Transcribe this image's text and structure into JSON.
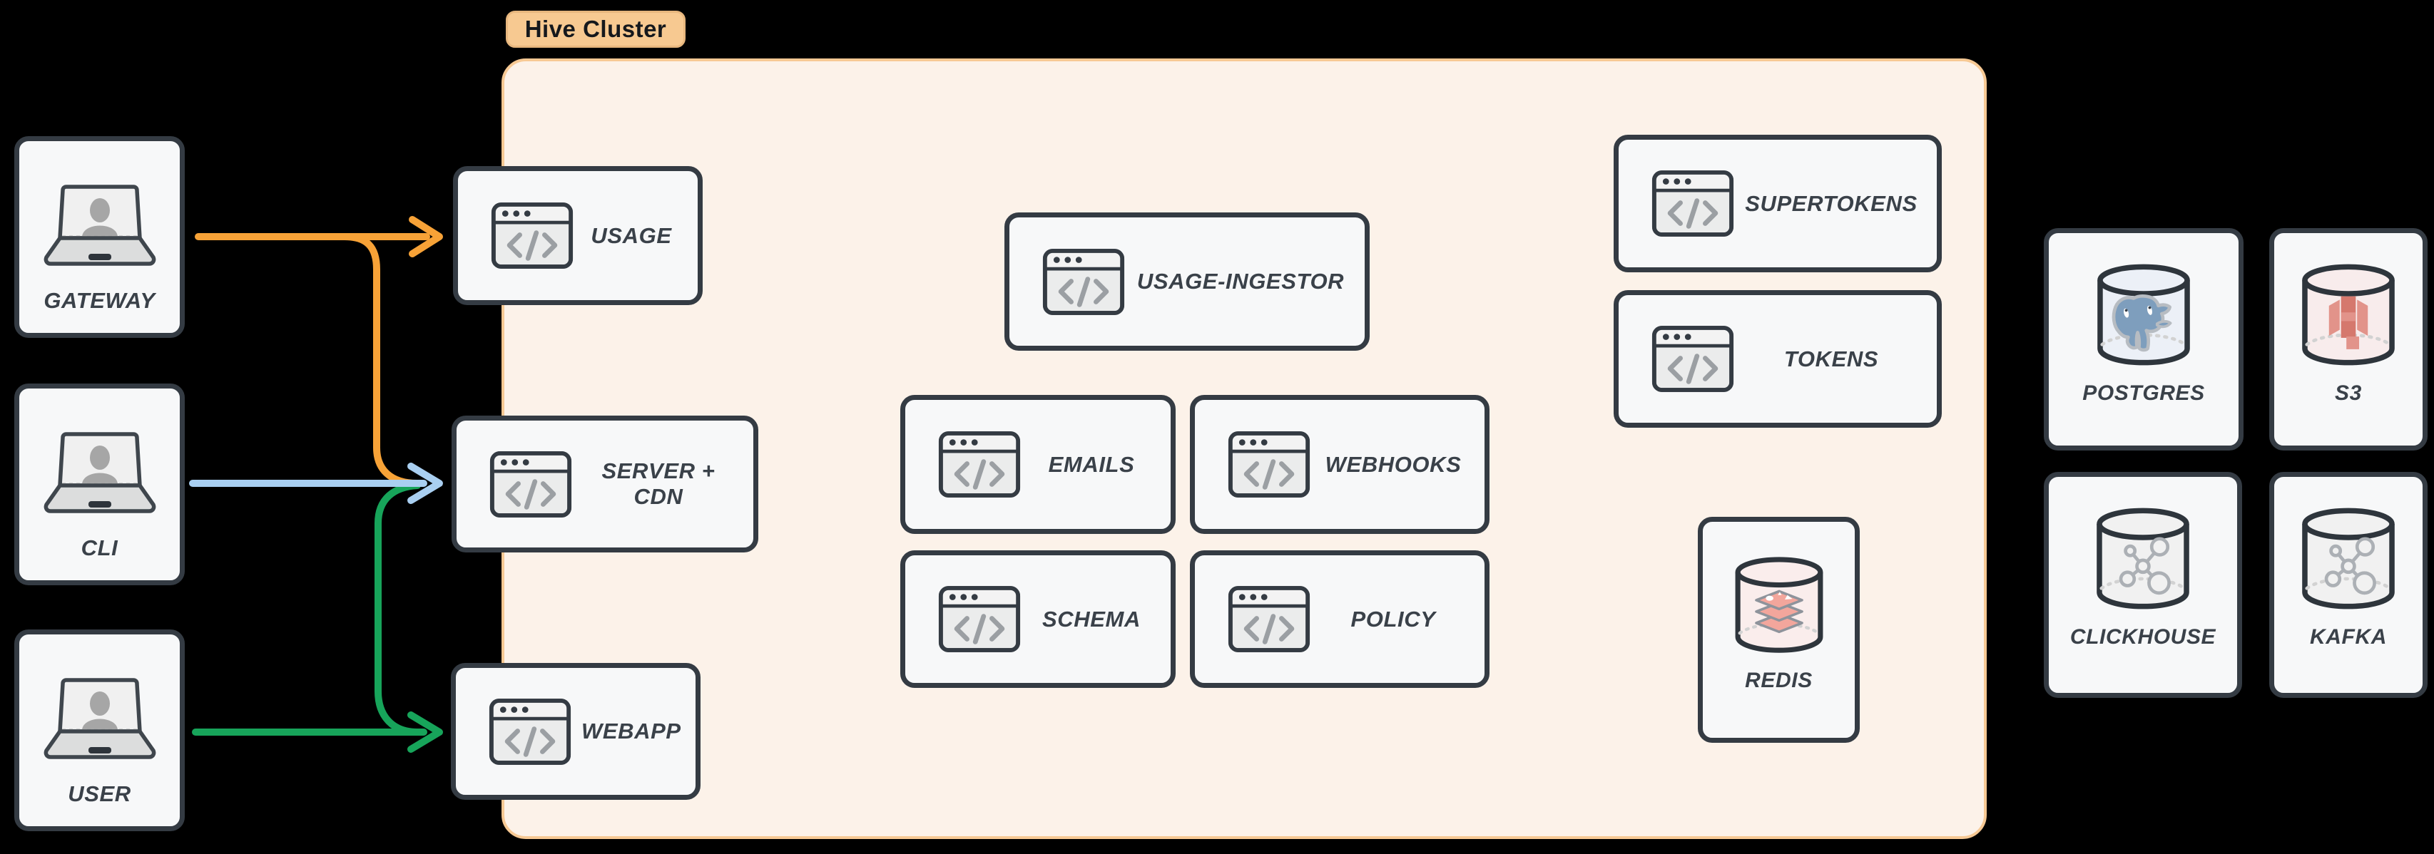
{
  "badge": {
    "label": "Hive Cluster"
  },
  "clients": [
    {
      "label": "GATEWAY"
    },
    {
      "label": "CLI"
    },
    {
      "label": "USER"
    }
  ],
  "services": [
    {
      "label": "USAGE"
    },
    {
      "label": "SERVER + CDN"
    },
    {
      "label": "WEBAPP"
    },
    {
      "label": "USAGE-INGESTOR"
    },
    {
      "label": "EMAILS"
    },
    {
      "label": "WEBHOOKS"
    },
    {
      "label": "SCHEMA"
    },
    {
      "label": "POLICY"
    },
    {
      "label": "SUPERTOKENS"
    },
    {
      "label": "TOKENS"
    }
  ],
  "cluster_datastores": [
    {
      "label": "REDIS"
    }
  ],
  "external_datastores": [
    {
      "label": "POSTGRES"
    },
    {
      "label": "S3"
    },
    {
      "label": "CLICKHOUSE"
    },
    {
      "label": "KAFKA"
    }
  ],
  "connections": [
    {
      "from": "GATEWAY",
      "to": "USAGE",
      "color": "#F7A237"
    },
    {
      "from": "GATEWAY",
      "to": "SERVER + CDN",
      "color": "#F7A237"
    },
    {
      "from": "CLI",
      "to": "SERVER + CDN",
      "color": "#A9CFF1"
    },
    {
      "from": "SERVER + CDN junction",
      "to": "WEBAPP",
      "color": "#17A45A"
    },
    {
      "from": "USER",
      "to": "WEBAPP",
      "color": "#17A45A"
    }
  ],
  "colors": {
    "background": "#000000",
    "cluster_fill": "#FCF2E9",
    "cluster_border": "#F7C994",
    "badge_fill": "#F7C991",
    "node_fill": "#F7F8F9",
    "node_border": "#343B43",
    "label_text": "#3A4149",
    "arrow_orange": "#F7A237",
    "arrow_blue": "#A9CFF1",
    "arrow_green": "#17A45A",
    "postgres_blue": "#7E9EBD",
    "redis_salmon": "#F3A69C",
    "s3_red": "#DB8478"
  }
}
